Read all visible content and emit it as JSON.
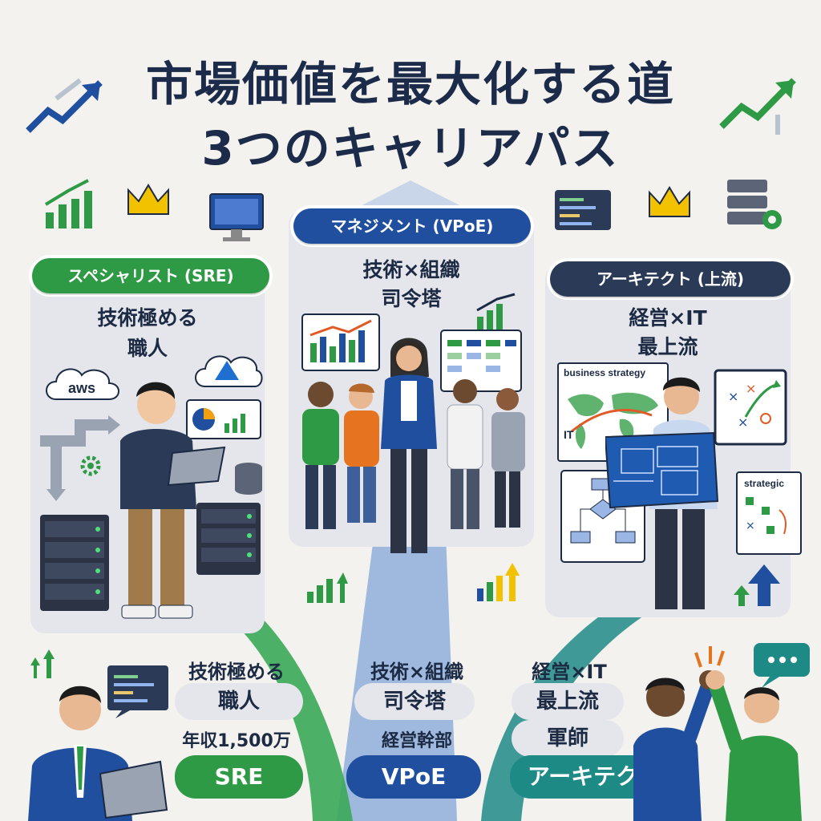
{
  "title": {
    "line1": "市場価値を最大化する道",
    "line2": "3つのキャリアパス"
  },
  "paths": [
    {
      "id": "specialist",
      "pill": "スペシャリスト (SRE)",
      "subtitle_line1": "技術極める",
      "subtitle_line2": "職人",
      "icons": [
        "aws-cloud",
        "azure-cloud",
        "pie-chart"
      ],
      "cloud_label": "aws"
    },
    {
      "id": "management",
      "pill": "マネジメント (VPoE)",
      "subtitle_line1": "技術×組織",
      "subtitle_line2": "司令塔"
    },
    {
      "id": "architect",
      "pill": "アーキテクト (上流)",
      "subtitle_line1": "経営×IT",
      "subtitle_line2": "最上流",
      "map_label": "business strategy",
      "map_sub": "IT",
      "doc_label": "strategic"
    }
  ],
  "bottom": {
    "specialist": {
      "line1": "技術極める",
      "chip": "職人",
      "salary": "年収1,500万",
      "badge": "SRE"
    },
    "management": {
      "line1": "技術×組織",
      "chip": "司令塔",
      "line3": "経営幹部",
      "badge": "VPoE"
    },
    "architect": {
      "line1": "経営×IT",
      "chip1": "最上流",
      "chip2": "軍師",
      "badge": "アーキテクト"
    }
  },
  "colors": {
    "green": "#2f9a45",
    "blue": "#1f4f9e",
    "navy": "#2b3a56",
    "teal": "#1e8a86",
    "background": "#f3f2ee"
  }
}
